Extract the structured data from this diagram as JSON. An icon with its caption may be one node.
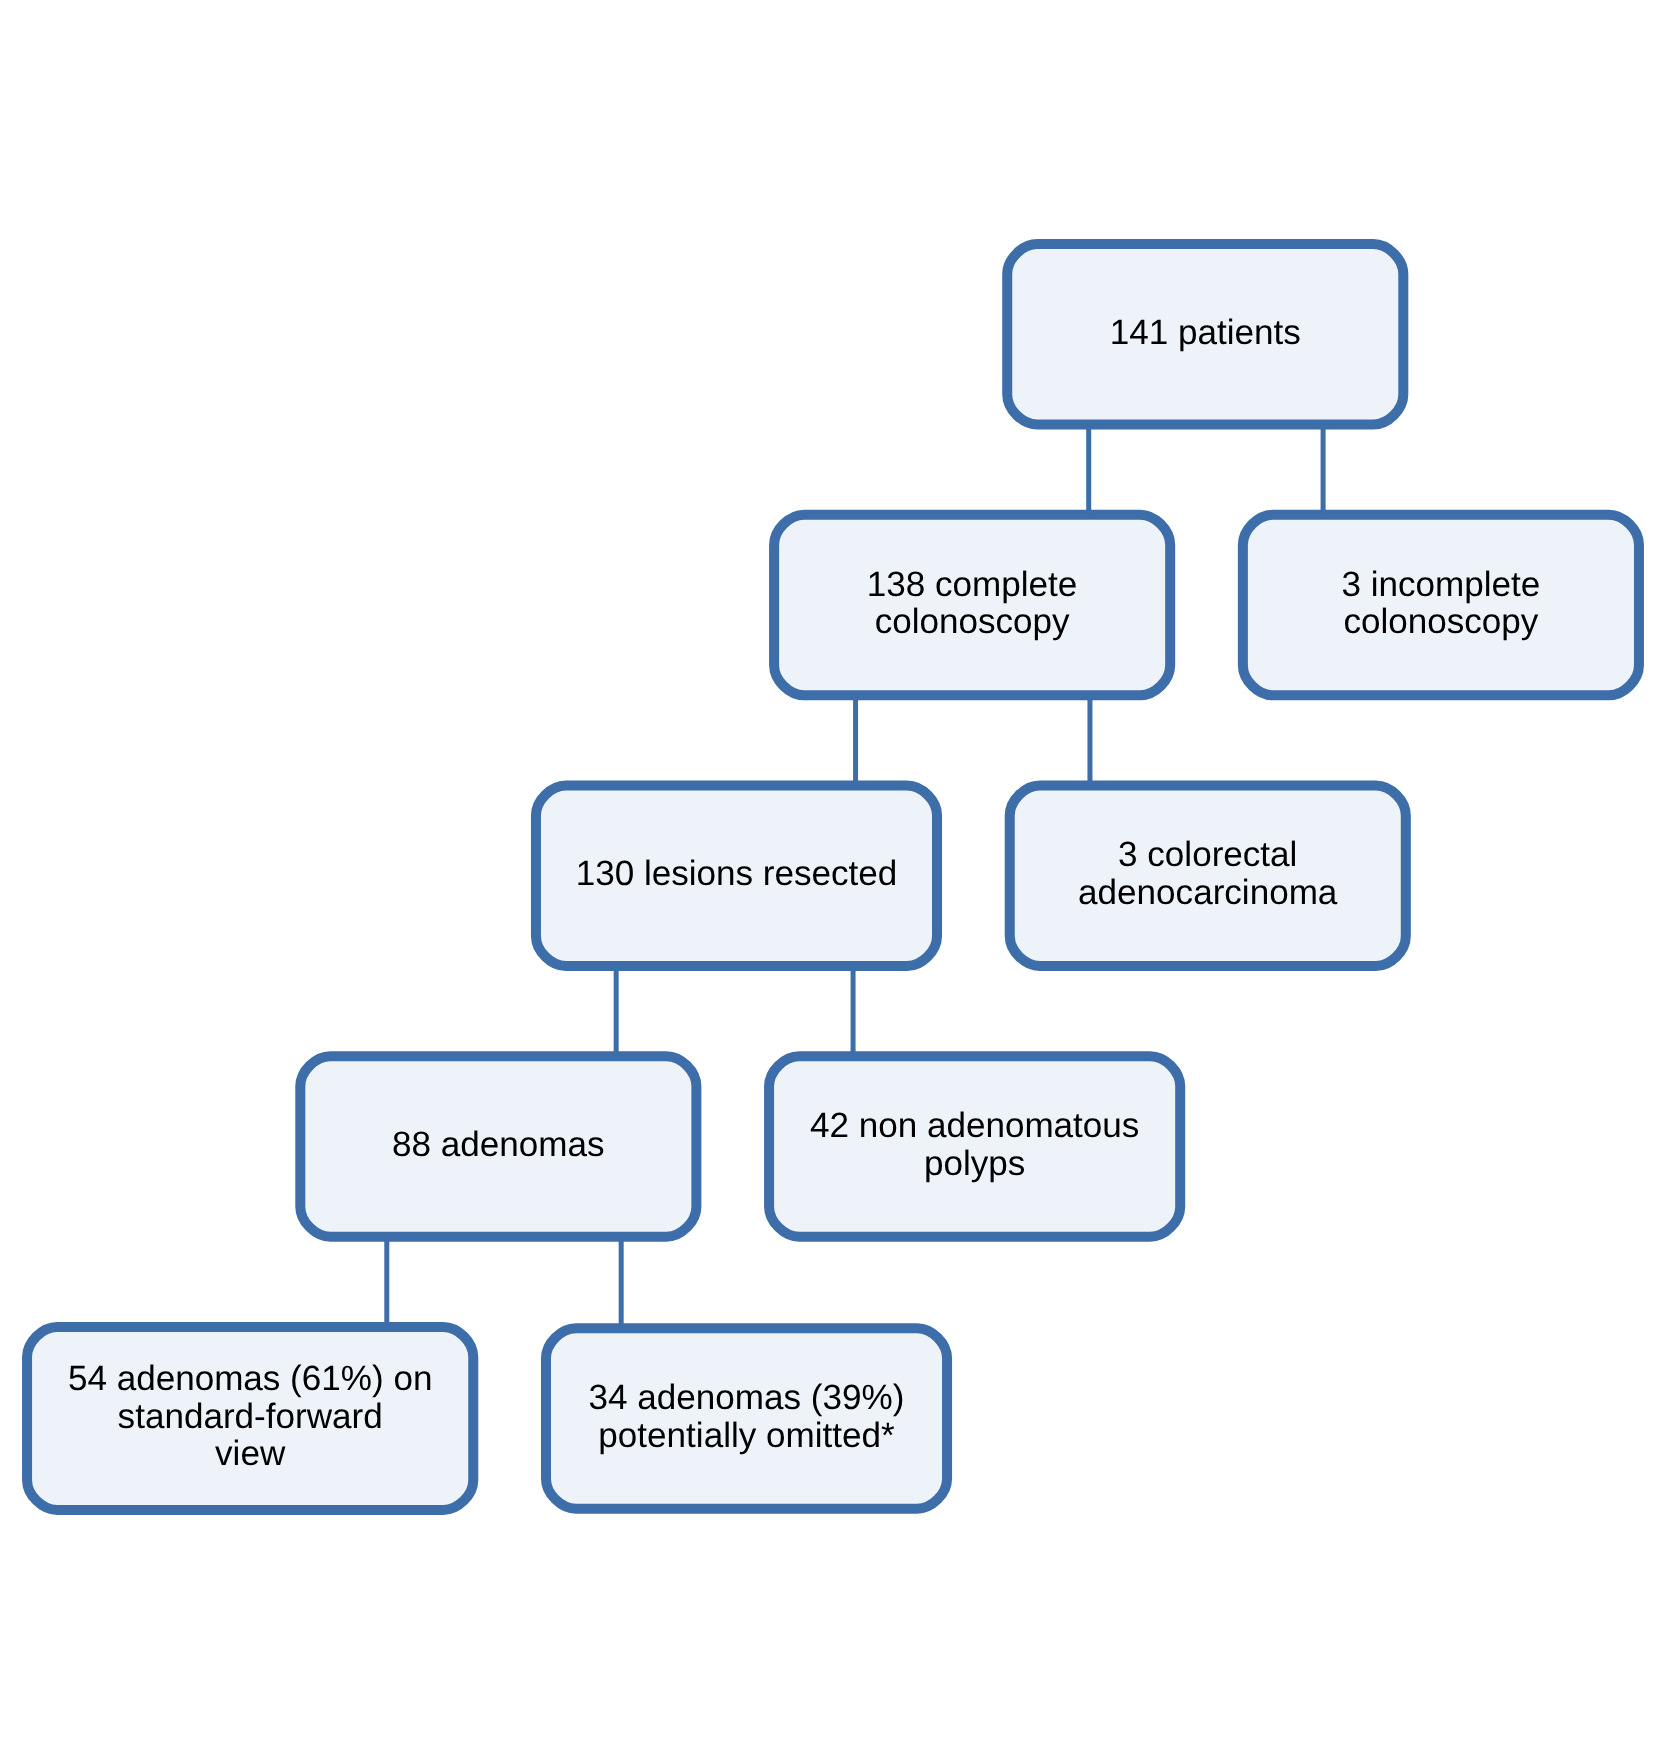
{
  "diagram": {
    "nodes": [
      {
        "text": [
          "141 patients"
        ]
      },
      {
        "text": [
          "138 complete colonoscopy"
        ]
      },
      {
        "text": [
          "3 incomplete colonoscopy"
        ]
      },
      {
        "text": [
          "130 lesions resected"
        ]
      },
      {
        "text": [
          "3 colorectal adenocarcinoma"
        ]
      },
      {
        "text": [
          "88 adenomas"
        ]
      },
      {
        "text": [
          "42 non adenomatous polyps"
        ]
      },
      {
        "text": [
          "54 adenomas (61%) on standard-forward view"
        ]
      },
      {
        "text": [
          "34 adenomas (39%) potentially omitted*"
        ]
      }
    ],
    "edges": [
      {
        "from": 0,
        "to": 1,
        "arrow": "none"
      },
      {
        "from": 0,
        "to": 2,
        "arrow": "none"
      },
      {
        "from": 1,
        "to": 3,
        "arrow": "none"
      },
      {
        "from": 1,
        "to": 4,
        "arrow": "none"
      },
      {
        "from": 3,
        "to": 5,
        "arrow": "none"
      },
      {
        "from": 3,
        "to": 6,
        "arrow": "none"
      },
      {
        "from": 5,
        "to": 7,
        "arrow": "none"
      },
      {
        "from": 5,
        "to": 8,
        "arrow": "none"
      }
    ]
  }
}
